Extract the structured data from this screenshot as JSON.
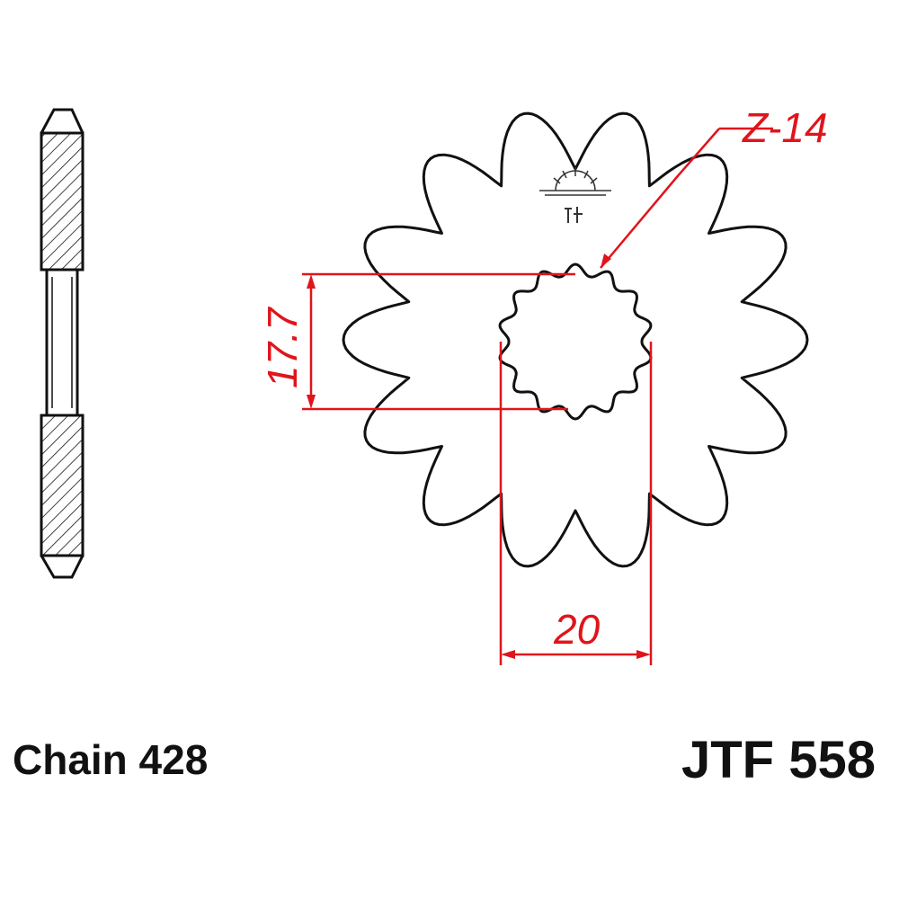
{
  "drawing": {
    "teeth_label": "Z-14",
    "dim_inner": "17.7",
    "dim_width": "20",
    "outline_color": "#111111",
    "dimension_color": "#e0141b"
  },
  "sprocket": {
    "teeth": 14,
    "spline_teeth": 14
  },
  "captions": {
    "chain": "Chain 428",
    "part_number": "JTF 558"
  },
  "icons": {
    "logo": "jt-sprockets-sun-logo"
  }
}
